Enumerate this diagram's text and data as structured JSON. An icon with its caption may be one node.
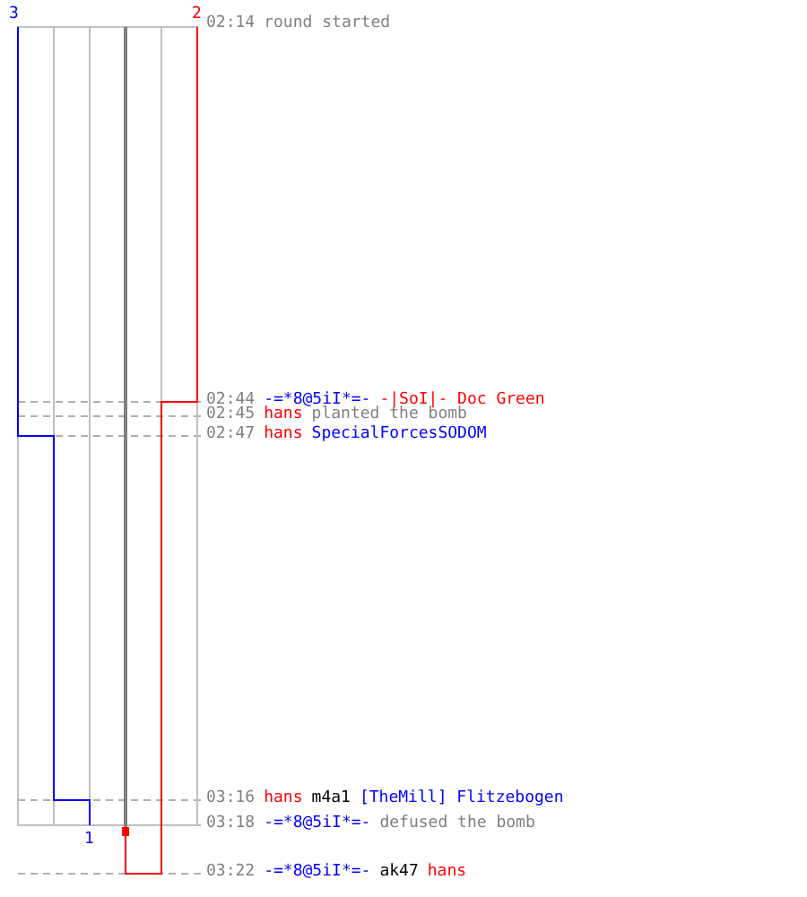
{
  "diagram": {
    "labels": [
      "3",
      "2",
      "02:14",
      "round started",
      "02:44",
      "-=*8@5iI*=-",
      "-|SoI|- Doc Green",
      "02:45",
      "hans",
      "planted the bomb",
      "02:47",
      "hans",
      "SpecialForcesSODOM",
      "03:16",
      "hans",
      "m4a1",
      "[TheMill] Flitzebogen",
      "1",
      "03:18",
      "-=*8@5iI*=-",
      "defused the bomb",
      "03:22",
      "-=*8@5iI*=-",
      "ak47",
      "hans"
    ]
  }
}
